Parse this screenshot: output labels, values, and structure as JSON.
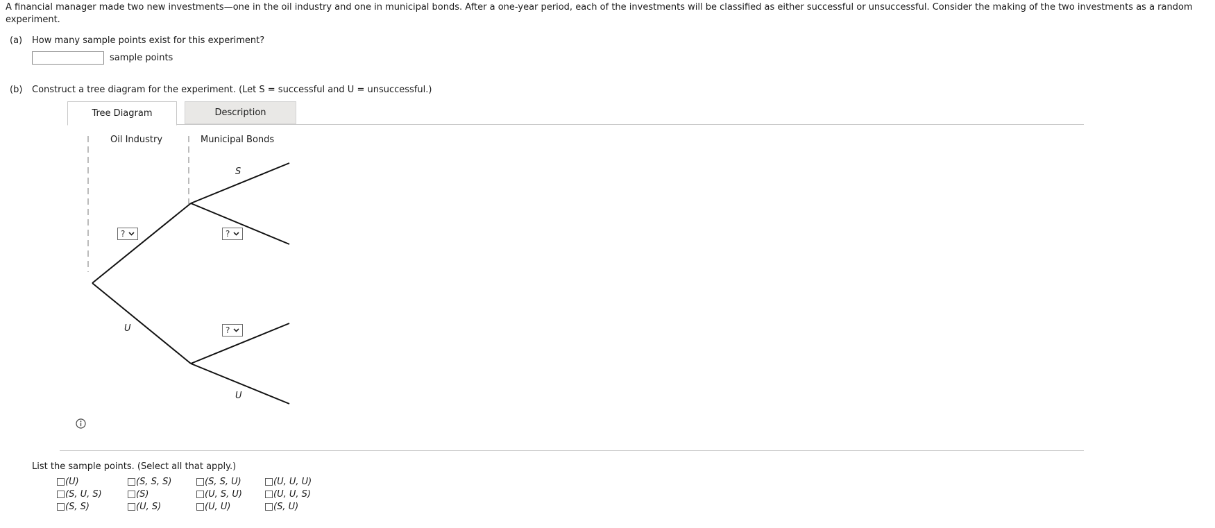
{
  "intro": "A financial manager made two new investments—one in the oil industry and one in municipal bonds. After a one-year period, each of the investments will be classified as either successful or unsuccessful. Consider the making of the two investments as a random experiment.",
  "part_a": {
    "label": "(a)",
    "question": "How many sample points exist for this experiment?",
    "input_value": "",
    "unit": "sample points"
  },
  "part_b": {
    "label": "(b)",
    "question": "Construct a tree diagram for the experiment. (Let S = successful and U = unsuccessful.)",
    "tabs": {
      "active": "Tree Diagram",
      "inactive": "Description"
    },
    "columns": {
      "stage1": "Oil Industry",
      "stage2": "Municipal Bonds"
    },
    "tree_labels": {
      "top_top": "S",
      "bottom_branch": "U",
      "bottom_bottom": "U"
    },
    "selects": {
      "stage1_top": "?",
      "top_bottom": "?",
      "bottom_top": "?"
    },
    "list_prompt": "List the sample points. (Select all that apply.)",
    "choices": [
      [
        "(U)",
        "(S, U, S)",
        "(S, S)"
      ],
      [
        "(S, S, S)",
        "(S)",
        "(U, S)"
      ],
      [
        "(S, S, U)",
        "(U, S, U)",
        "(U, U)"
      ],
      [
        "(U, U, U)",
        "(U, U, S)",
        "(S, U)"
      ]
    ]
  }
}
